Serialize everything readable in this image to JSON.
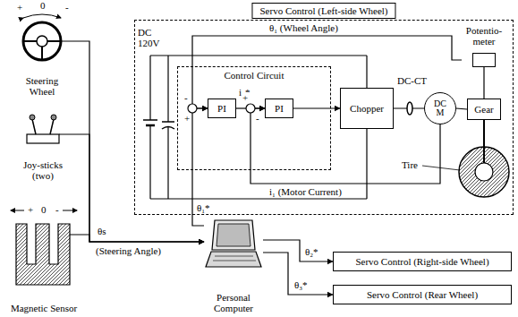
{
  "diagram": {
    "nodes": [
      {
        "text": [
          "Steering Wheel"
        ]
      },
      {
        "text": [
          "Joy-sticks (two)"
        ]
      },
      {
        "text": [
          "Magnetic Sensor"
        ]
      },
      {
        "text": [
          "Servo Control (Left-side Wheel)"
        ]
      },
      {
        "text": [
          "Control Circuit"
        ],
        "in": 3
      },
      {
        "text": [
          "PI"
        ],
        "in": 4
      },
      {
        "text": [
          "PI"
        ],
        "in": 4
      },
      {
        "text": [
          "Chopper"
        ],
        "in": 3
      },
      {
        "text": [
          "DC M"
        ],
        "in": 3
      },
      {
        "text": [
          "Gear"
        ],
        "in": 3
      },
      {
        "text": [
          "Potentio-meter"
        ],
        "in": 3
      },
      {
        "text": [
          "Personal Computer"
        ]
      },
      {
        "text": [
          "Servo Control (Right-side Wheel)"
        ]
      },
      {
        "text": [
          "Servo Control (Rear Wheel)"
        ]
      }
    ],
    "edges": [
      {
        "from": 0,
        "to": 11,
        "arrow": "to"
      },
      {
        "from": 1,
        "to": 11,
        "arrow": "to"
      },
      {
        "from": 2,
        "to": 11,
        "arrow": "to"
      },
      {
        "from": 11,
        "to": 5,
        "label": "θ₁*",
        "arrow": "to"
      },
      {
        "from": 11,
        "to": 12,
        "label": "θ₂*",
        "arrow": "to"
      },
      {
        "from": 11,
        "to": 13,
        "label": "θ₃*",
        "arrow": "to"
      },
      {
        "from": 5,
        "to": 6,
        "label": "i₁*",
        "arrow": "to"
      },
      {
        "from": 6,
        "to": 7,
        "arrow": "to"
      },
      {
        "from": 7,
        "to": 8,
        "arrow": "none"
      },
      {
        "from": 8,
        "to": 9,
        "arrow": "none"
      },
      {
        "from": 9,
        "to": 10,
        "arrow": "none"
      },
      {
        "from": 10,
        "to": 5,
        "label": "θ₁ (Wheel Angle)",
        "arrow": "to"
      },
      {
        "from": 8,
        "to": 6,
        "label": "i₁ (Motor Current)",
        "arrow": "to"
      }
    ],
    "labels": [
      "+",
      "0",
      "-",
      "+",
      "0",
      "-",
      "DC 120V",
      "θs",
      "(Steering Angle)",
      "DC-CT",
      "Tire",
      "-",
      "+",
      "+",
      "-"
    ]
  }
}
